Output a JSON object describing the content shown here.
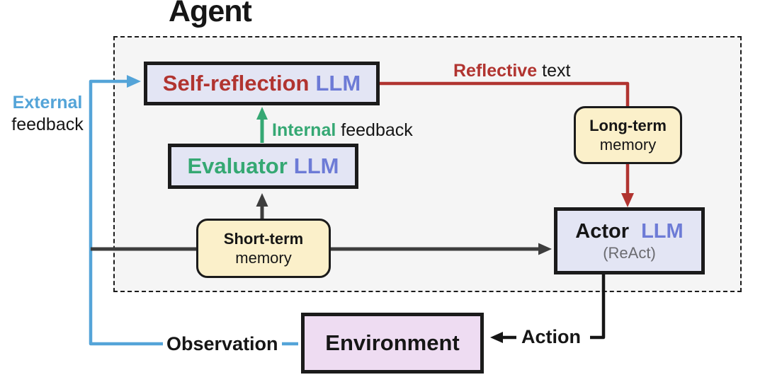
{
  "title": "Agent",
  "colors": {
    "red_accent": "#b13430",
    "green_accent": "#35a873",
    "periwinkle_llm": "#6d7bd6",
    "sky_blue": "#54a4d8",
    "dark_line": "#3d3d3d",
    "llm_box_bg": "#e3e5f4",
    "memory_box_bg": "#fbf0ca",
    "environment_box_bg": "#eedcf2",
    "agent_box_bg": "#f5f5f5"
  },
  "nodes": {
    "self_reflection": {
      "name": "Self-reflection",
      "type": "LLM"
    },
    "evaluator": {
      "name": "Evaluator",
      "type": "LLM"
    },
    "actor": {
      "name": "Actor",
      "type": "LLM",
      "subtitle": "(ReAct)"
    },
    "short_term_memory": {
      "line1": "Short-term",
      "line2": "memory"
    },
    "long_term_memory": {
      "line1": "Long-term",
      "line2": "memory"
    },
    "environment": {
      "label": "Environment"
    }
  },
  "edges": {
    "external_feedback": {
      "accent": "External",
      "rest": "feedback"
    },
    "internal_feedback": {
      "accent": "Internal",
      "rest": "feedback"
    },
    "reflective_text": {
      "accent": "Reflective",
      "rest": "text"
    },
    "observation": {
      "label": "Observation"
    },
    "action": {
      "label": "Action"
    }
  }
}
